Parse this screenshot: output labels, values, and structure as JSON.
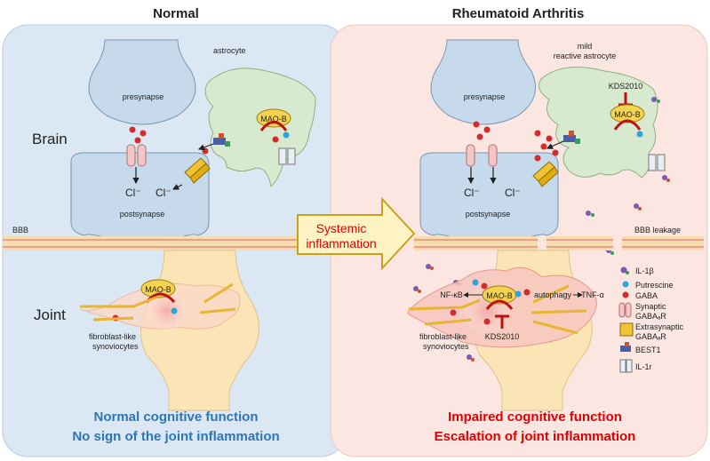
{
  "panels": {
    "normal_title": "Normal",
    "ra_title": "Rheumatoid Arthritis"
  },
  "labels": {
    "brain": "Brain",
    "joint": "Joint",
    "bbb": "BBB",
    "bbb_leakage": "BBB leakage",
    "astrocyte": "astrocyte",
    "mild_reactive_astrocyte_l1": "mild",
    "mild_reactive_astrocyte_l2": "reactive astrocyte",
    "presynapse": "presynapse",
    "postsynapse": "postsynapse",
    "mao_b": "MAO-B",
    "kds2010": "KDS2010",
    "cl": "Cl⁻",
    "fls_l1": "fibroblast-like",
    "fls_l2": "synoviocytes",
    "nfkb": "NF-κB",
    "autophagy": "autophagy",
    "tnfa": "TNF-α"
  },
  "arrow": {
    "line1": "Systemic",
    "line2": "inflammation"
  },
  "outcomes": {
    "normal_1": "Normal cognitive function",
    "normal_2": "No sign of the joint inflammation",
    "ra_1": "Impaired cognitive function",
    "ra_2": "Escalation of joint inflammation"
  },
  "legend": {
    "il1b": "IL-1β",
    "putrescine": "Putrescine",
    "gaba": "GABA",
    "synaptic_1": "Synaptic",
    "synaptic_2": "GABAₐR",
    "extrasynaptic_1": "Extrasynaptic",
    "extrasynaptic_2": "GABAₐR",
    "best1": "BEST1",
    "il1r": "IL-1r"
  },
  "colors": {
    "normal_bg": "#dbe8f4",
    "ra_bg": "#fbe6e1",
    "normal_text": "#2e75b6",
    "ra_text": "#e00000",
    "astro": "#d7ead0",
    "neuron": "#c6daec",
    "mao": "#f3d34f",
    "gaba": "#d62b2b",
    "putrescine": "#2aa6d8",
    "arrow_fill": "#fff3c4",
    "arrow_stroke": "#c9a21b"
  }
}
